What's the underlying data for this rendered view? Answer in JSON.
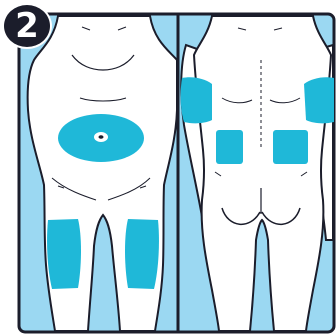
{
  "step": {
    "number": "2"
  },
  "figure": {
    "views": [
      "front-view",
      "back-view"
    ],
    "injection_sites_front": [
      "abdomen",
      "left-thigh",
      "right-thigh"
    ],
    "injection_sites_back": [
      "left-upper-arm",
      "right-upper-arm",
      "left-lower-back",
      "right-lower-back"
    ]
  },
  "colors": {
    "panel_background": "#9bd8f2",
    "body_fill": "#ffffff",
    "outline": "#1b1d2b",
    "site_highlight": "#1fb8d8",
    "badge_background": "#1b1d2b",
    "badge_text": "#ffffff"
  }
}
